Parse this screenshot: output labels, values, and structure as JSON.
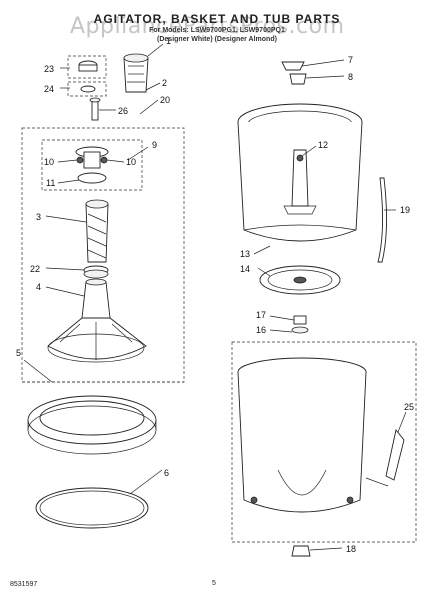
{
  "header": {
    "title": "AGITATOR, BASKET AND TUB PARTS",
    "subtitle_line1": "For Models: LSW9700PG1, LSW9700PQ1",
    "subtitle_line2": "(Designer White) (Designer Almond)"
  },
  "watermark": "AppliancePartsPros.com",
  "footer": {
    "part_number": "8531597",
    "page_number": "5"
  },
  "callouts": {
    "c1": "1",
    "c2": "2",
    "c3": "3",
    "c4": "4",
    "c5": "5",
    "c6": "6",
    "c7": "7",
    "c8": "8",
    "c9": "9",
    "c10a": "10",
    "c10b": "10",
    "c11": "11",
    "c12": "12",
    "c13": "13",
    "c14": "14",
    "c16": "16",
    "c17": "17",
    "c18": "18",
    "c19": "19",
    "c20": "20",
    "c22": "22",
    "c23": "23",
    "c24": "24",
    "c25": "25",
    "c26": "26"
  }
}
